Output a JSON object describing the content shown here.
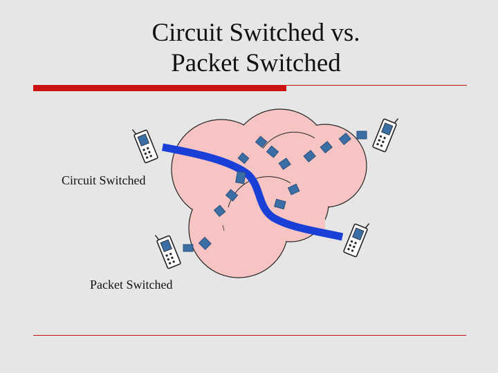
{
  "slide": {
    "title_line1": "Circuit Switched vs.",
    "title_line2": "Packet Switched"
  },
  "labels": {
    "circuit": "Circuit Switched",
    "packet": "Packet Switched"
  },
  "colors": {
    "background": "#e6e6e6",
    "accent_red": "#cc1111",
    "cloud_fill": "#f7c4c4",
    "circuit_path": "#1a3fd6",
    "packet": "#3a6ea5"
  },
  "icons": [
    "mobile-phone-icon",
    "network-cloud-icon",
    "packet-icon"
  ]
}
